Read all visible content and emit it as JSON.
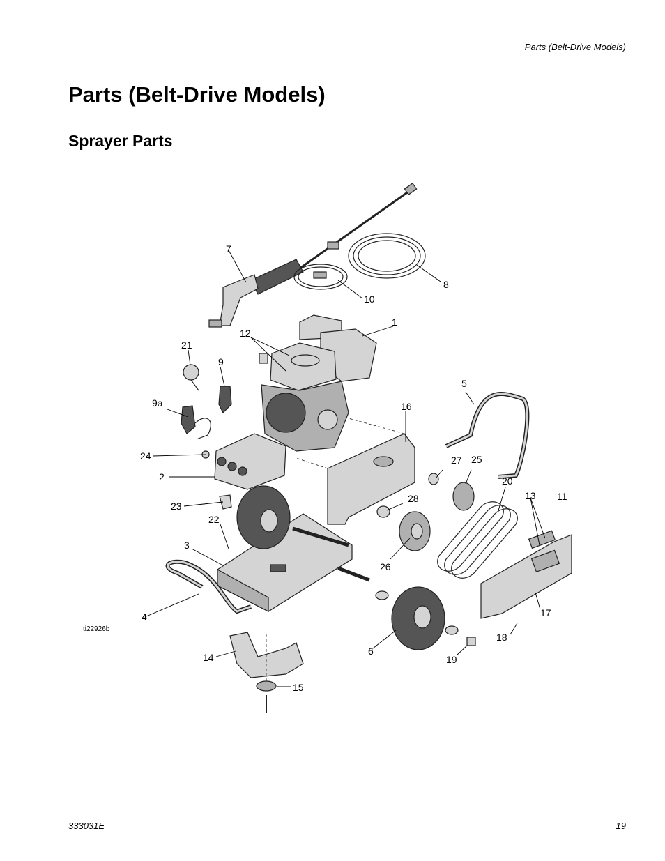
{
  "header": {
    "running_title": "Parts (Belt-Drive Models)"
  },
  "page": {
    "title": "Parts (Belt-Drive Models)",
    "section": "Sprayer Parts"
  },
  "figure": {
    "id": "ti22926b",
    "callouts": [
      "1",
      "2",
      "3",
      "4",
      "5",
      "6",
      "7",
      "8",
      "9",
      "9a",
      "10",
      "11",
      "12",
      "13",
      "14",
      "15",
      "16",
      "17",
      "18",
      "19",
      "20",
      "21",
      "22",
      "23",
      "24",
      "25",
      "26",
      "27",
      "28"
    ]
  },
  "footer": {
    "doc_number": "333031E",
    "page_number": "19"
  }
}
